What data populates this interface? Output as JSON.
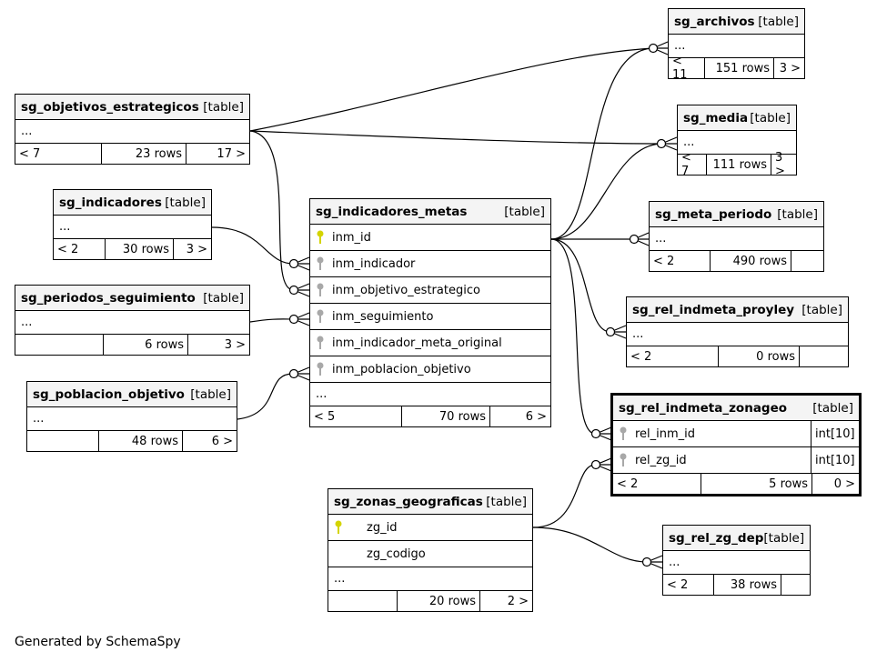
{
  "footer": "Generated by SchemaSpy",
  "tables": {
    "sg_archivos": {
      "name": "sg_archivos",
      "type": "[table]",
      "ellipsis": "...",
      "parents": "< 11",
      "rows": "151 rows",
      "children": "3 >"
    },
    "sg_media": {
      "name": "sg_media",
      "type": "[table]",
      "ellipsis": "...",
      "parents": "< 7",
      "rows": "111 rows",
      "children": "3 >"
    },
    "sg_objetivos_estrategicos": {
      "name": "sg_objetivos_estrategicos",
      "type": "[table]",
      "ellipsis": "...",
      "parents": "< 7",
      "rows": "23 rows",
      "children": "17 >"
    },
    "sg_indicadores": {
      "name": "sg_indicadores",
      "type": "[table]",
      "ellipsis": "...",
      "parents": "< 2",
      "rows": "30 rows",
      "children": "3 >"
    },
    "sg_periodos_seguimiento": {
      "name": "sg_periodos_seguimiento",
      "type": "[table]",
      "ellipsis": "...",
      "parents": "",
      "rows": "6 rows",
      "children": "3 >"
    },
    "sg_poblacion_objetivo": {
      "name": "sg_poblacion_objetivo",
      "type": "[table]",
      "ellipsis": "...",
      "parents": "",
      "rows": "48 rows",
      "children": "6 >"
    },
    "sg_indicadores_metas": {
      "name": "sg_indicadores_metas",
      "type": "[table]",
      "columns": [
        "inm_id",
        "inm_indicador",
        "inm_objetivo_estrategico",
        "inm_seguimiento",
        "inm_indicador_meta_original",
        "inm_poblacion_objetivo"
      ],
      "ellipsis": "...",
      "parents": "< 5",
      "rows": "70 rows",
      "children": "6 >"
    },
    "sg_meta_periodo": {
      "name": "sg_meta_periodo",
      "type": "[table]",
      "ellipsis": "...",
      "parents": "< 2",
      "rows": "490 rows",
      "children": ""
    },
    "sg_rel_indmeta_proyley": {
      "name": "sg_rel_indmeta_proyley",
      "type": "[table]",
      "ellipsis": "...",
      "parents": "< 2",
      "rows": "0 rows",
      "children": ""
    },
    "sg_rel_indmeta_zonageo": {
      "name": "sg_rel_indmeta_zonageo",
      "type": "[table]",
      "columns": [
        "rel_inm_id",
        "rel_zg_id"
      ],
      "column_types": [
        "int[10]",
        "int[10]"
      ],
      "parents": "< 2",
      "rows": "5 rows",
      "children": "0 >"
    },
    "sg_zonas_geograficas": {
      "name": "sg_zonas_geograficas",
      "type": "[table]",
      "columns": [
        "zg_id",
        "zg_codigo"
      ],
      "ellipsis": "...",
      "parents": "",
      "rows": "20 rows",
      "children": "2 >"
    },
    "sg_rel_zg_dep": {
      "name": "sg_rel_zg_dep",
      "type": "[table]",
      "ellipsis": "...",
      "parents": "< 2",
      "rows": "38 rows",
      "children": ""
    }
  },
  "colors": {
    "primary_key": "#d4d400",
    "foreign_key": "#a8a8a8",
    "header_bg": "#f4f4f4"
  }
}
